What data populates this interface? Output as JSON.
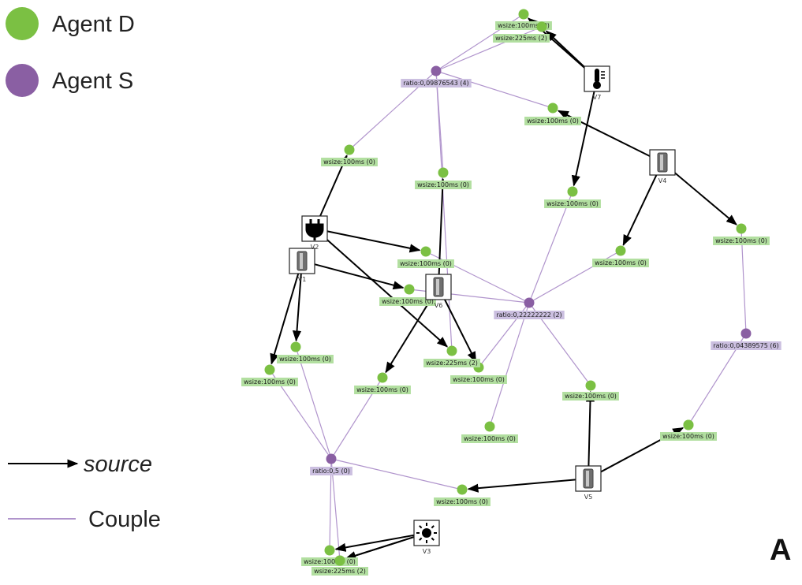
{
  "legend": {
    "agent_d": "Agent D",
    "agent_s": "Agent S",
    "source": "source",
    "couple": "Couple",
    "panel": "A"
  },
  "colors": {
    "agent_d": "#7bc043",
    "agent_s": "#8a5fa3",
    "label_d_bg": "#b2dfa0",
    "label_s_bg": "#cbbfe0",
    "couple_line": "#b094cc",
    "source_arrow": "#000000"
  },
  "devices": [
    {
      "id": "V1",
      "label": "V1",
      "icon": "lamp-icon"
    },
    {
      "id": "V2",
      "label": "V2",
      "icon": "plug-icon"
    },
    {
      "id": "V3",
      "label": "V3",
      "icon": "sun-icon"
    },
    {
      "id": "V4",
      "label": "V4",
      "icon": "lamp-icon"
    },
    {
      "id": "V5",
      "label": "V5",
      "icon": "lamp-icon"
    },
    {
      "id": "V6",
      "label": "V6",
      "icon": "lamp-icon"
    },
    {
      "id": "V7",
      "label": "V7",
      "icon": "thermometer-icon"
    }
  ],
  "agents": [
    {
      "id": "d1",
      "type": "D",
      "label": "wsize:100ms (0)"
    },
    {
      "id": "d2",
      "type": "D",
      "label": "wsize:225ms (2)"
    },
    {
      "id": "s1",
      "type": "S",
      "label": "ratio:0,09876543 (4)"
    },
    {
      "id": "d3",
      "type": "D",
      "label": "wsize:100ms (0)"
    },
    {
      "id": "d4",
      "type": "D",
      "label": "wsize:100ms (0)"
    },
    {
      "id": "d5",
      "type": "D",
      "label": "wsize:100ms (0)"
    },
    {
      "id": "d6",
      "type": "D",
      "label": "wsize:100ms (0)"
    },
    {
      "id": "d7",
      "type": "D",
      "label": "wsize:100ms (0)"
    },
    {
      "id": "d8",
      "type": "D",
      "label": "wsize:100ms (0)"
    },
    {
      "id": "d9",
      "type": "D",
      "label": "wsize:100ms (0)"
    },
    {
      "id": "d10",
      "type": "D",
      "label": "wsize:100ms (0)"
    },
    {
      "id": "d11",
      "type": "D",
      "label": "wsize:100ms (0)"
    },
    {
      "id": "s2",
      "type": "S",
      "label": "ratio:0,22222222 (2)"
    },
    {
      "id": "s3",
      "type": "S",
      "label": "ratio:0,04389575 (6)"
    },
    {
      "id": "d12",
      "type": "D",
      "label": "wsize:100ms (0)"
    },
    {
      "id": "d13",
      "type": "D",
      "label": "wsize:100ms (0)"
    },
    {
      "id": "d14",
      "type": "D",
      "label": "wsize:225ms (2)"
    },
    {
      "id": "d15",
      "type": "D",
      "label": "wsize:100ms (0)"
    },
    {
      "id": "d16",
      "type": "D",
      "label": "wsize:100ms (0)"
    },
    {
      "id": "d17",
      "type": "D",
      "label": "wsize:100ms (0)"
    },
    {
      "id": "d18",
      "type": "D",
      "label": "wsize:100ms (0)"
    },
    {
      "id": "d19",
      "type": "D",
      "label": "wsize:100ms (0)"
    },
    {
      "id": "s4",
      "type": "S",
      "label": "ratio:0,5 (0)"
    },
    {
      "id": "d20",
      "type": "D",
      "label": "wsize:100ms (0)"
    },
    {
      "id": "d21",
      "type": "D",
      "label": "wsize:100ms (0)"
    },
    {
      "id": "d22",
      "type": "D",
      "label": "wsize:100ms (0)"
    },
    {
      "id": "d23",
      "type": "D",
      "label": "wsize:225ms (2)"
    }
  ],
  "source_edges": [
    [
      "V7",
      "d1"
    ],
    [
      "V7",
      "d2"
    ],
    [
      "V7",
      "d5"
    ],
    [
      "V4",
      "d3"
    ],
    [
      "V4",
      "d7"
    ],
    [
      "V4",
      "d10"
    ],
    [
      "V2",
      "d4"
    ],
    [
      "V2",
      "d8"
    ],
    [
      "V2",
      "d14"
    ],
    [
      "V1",
      "d9"
    ],
    [
      "V1",
      "d12"
    ],
    [
      "V1",
      "d13"
    ],
    [
      "V6",
      "d6"
    ],
    [
      "V6",
      "d15"
    ],
    [
      "V6",
      "d11"
    ],
    [
      "V5",
      "d16"
    ],
    [
      "V5",
      "d21"
    ],
    [
      "V5",
      "d19"
    ],
    [
      "V3",
      "d20"
    ],
    [
      "V3",
      "d22"
    ],
    [
      "V3",
      "d23"
    ]
  ],
  "couple_edges": [
    [
      "s1",
      "d1"
    ],
    [
      "s1",
      "d2"
    ],
    [
      "s1",
      "d3"
    ],
    [
      "s1",
      "d4"
    ],
    [
      "s1",
      "d6"
    ],
    [
      "s1",
      "d14"
    ],
    [
      "s2",
      "d5"
    ],
    [
      "s2",
      "d7"
    ],
    [
      "s2",
      "d8"
    ],
    [
      "s2",
      "d9"
    ],
    [
      "s2",
      "d11"
    ],
    [
      "s2",
      "d16"
    ],
    [
      "s2",
      "d17"
    ],
    [
      "s3",
      "d10"
    ],
    [
      "s3",
      "d19"
    ],
    [
      "s4",
      "d12"
    ],
    [
      "s4",
      "d13"
    ],
    [
      "s4",
      "d15"
    ],
    [
      "s4",
      "d20"
    ],
    [
      "s4",
      "d21"
    ],
    [
      "s4",
      "d22"
    ]
  ]
}
